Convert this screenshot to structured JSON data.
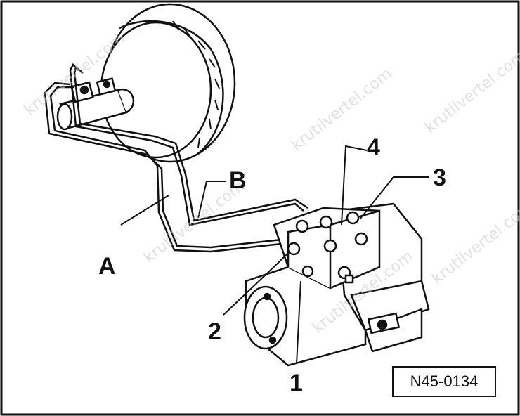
{
  "labels": {
    "line_a": "A",
    "line_b": "B",
    "port_1": "1",
    "port_2": "2",
    "port_3": "3",
    "port_4": "4"
  },
  "figure_code": "N45-0134",
  "watermark": "krutilvertel.com"
}
